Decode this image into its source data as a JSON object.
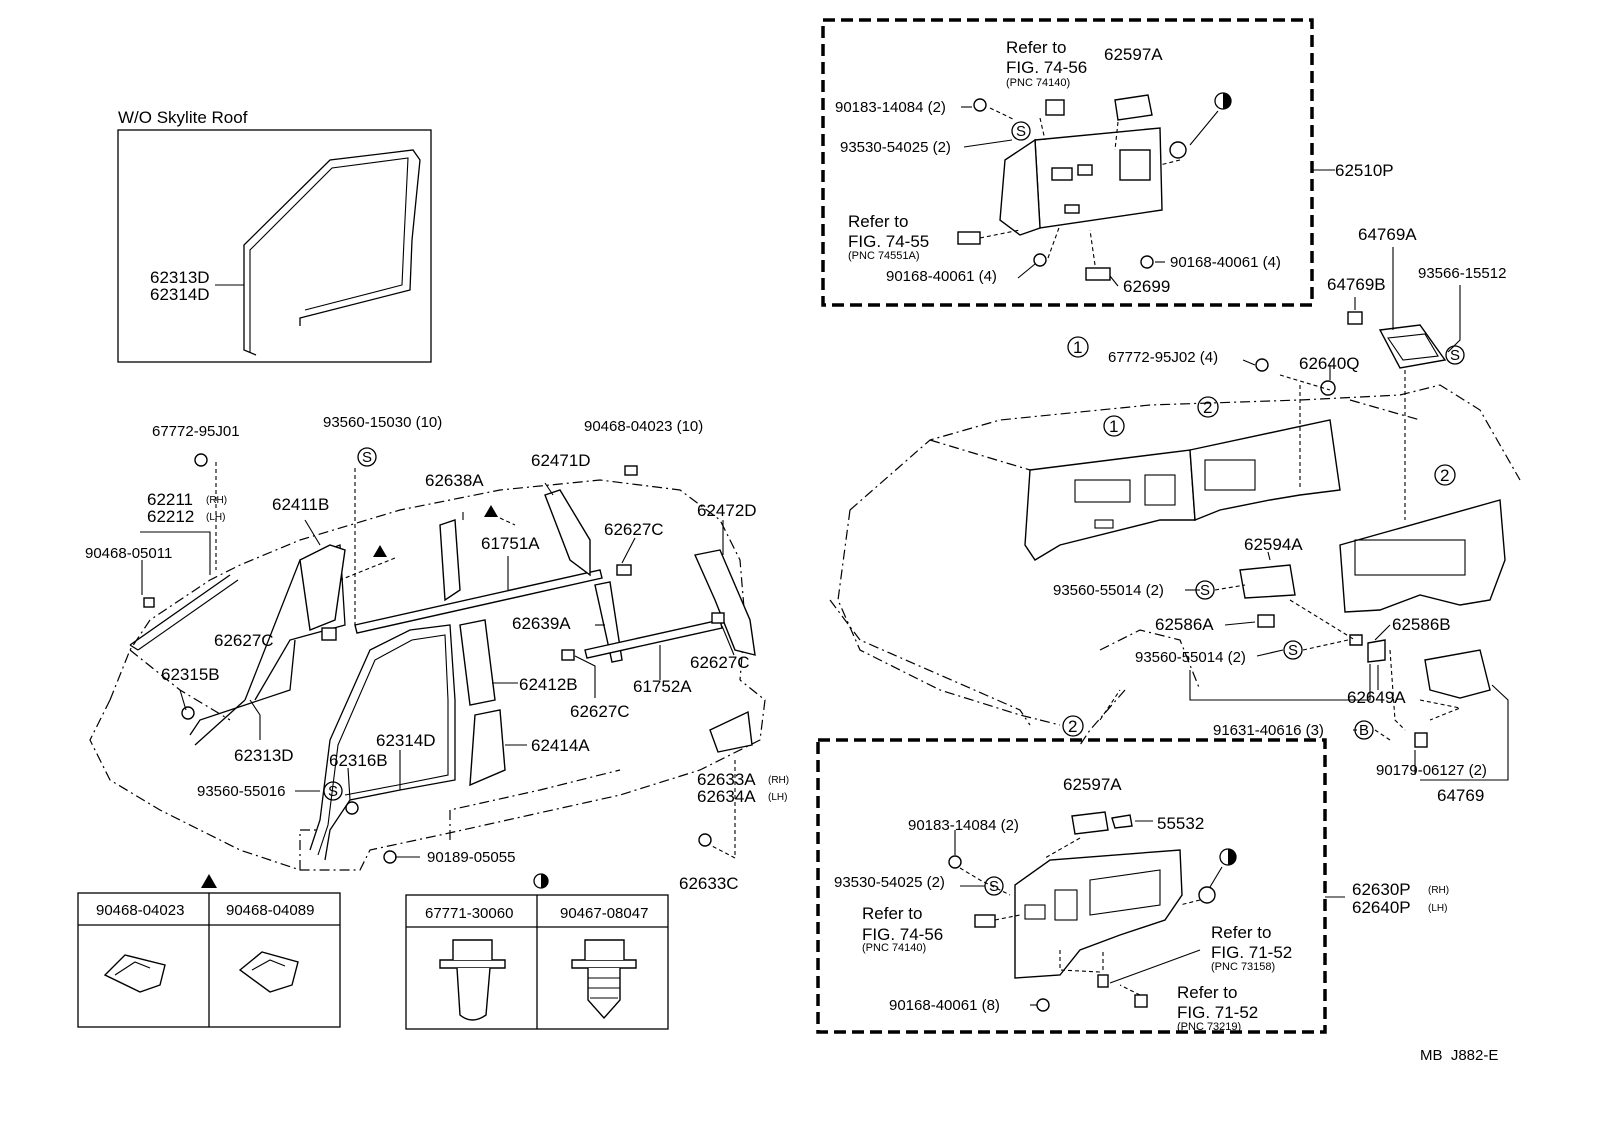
{
  "diagram": {
    "drawing_code": "MB  J882-E",
    "inset": {
      "title": "W/O Skylite Roof",
      "part_a": "62313D",
      "part_b": "62314D"
    },
    "left": {
      "p_67772_95J01": "67772-95J01",
      "p_62211": "62211",
      "p_62211_side": "(RH)",
      "p_62212": "62212",
      "p_62212_side": "(LH)",
      "p_90468_05011": "90468-05011",
      "p_62411B": "62411B",
      "p_93560_15030": "93560-15030 (10)",
      "p_62638A": "62638A",
      "p_90468_04023_10": "90468-04023 (10)",
      "p_62471D": "62471D",
      "p_62472D": "62472D",
      "p_62627C_a": "62627C",
      "p_61751A": "61751A",
      "p_62627C_b": "62627C",
      "p_62315B": "62315B",
      "p_62639A": "62639A",
      "p_62627C_c": "62627C",
      "p_61752A": "61752A",
      "p_62412B": "62412B",
      "p_62627C_d": "62627C",
      "p_62313D": "62313D",
      "p_62314D": "62314D",
      "p_62316B": "62316B",
      "p_62414A": "62414A",
      "p_93560_55016": "93560-55016",
      "p_62633A": "62633A",
      "p_62633A_side": "(RH)",
      "p_62634A": "62634A",
      "p_62634A_side": "(LH)",
      "p_90189_05055": "90189-05055",
      "p_62633C": "62633C"
    },
    "clip_tables": {
      "triangle": {
        "col1": "90468-04023",
        "col2": "90468-04089"
      },
      "half_circle": {
        "col1": "67771-30060",
        "col2": "90467-08047"
      }
    },
    "top_box": {
      "refer_a_1": "Refer to",
      "refer_a_2": "FIG. 74-56",
      "refer_a_3": "(PNC 74140)",
      "p_62597A": "62597A",
      "p_90183_14084": "90183-14084 (2)",
      "p_93530_54025": "93530-54025 (2)",
      "refer_b_1": "Refer to",
      "refer_b_2": "FIG. 74-55",
      "refer_b_3": "(PNC 74551A)",
      "p_90168_40061_a": "90168-40061 (4)",
      "p_90168_40061_b": "90168-40061 (4)",
      "p_62699": "62699",
      "p_62510P": "62510P"
    },
    "right": {
      "p_64769A": "64769A",
      "p_64769B": "64769B",
      "p_93566_15512": "93566-15512",
      "marker_1_top": "1",
      "p_67772_95J02": "67772-95J02 (4)",
      "p_62640Q": "62640Q",
      "marker_1": "1",
      "marker_2_a": "2",
      "marker_2_b": "2",
      "marker_2_bottom": "2",
      "p_62594A": "62594A",
      "p_93560_55014_a": "93560-55014 (2)",
      "p_62586A": "62586A",
      "p_62586B": "62586B",
      "p_93560_55014_b": "93560-55014 (2)",
      "p_62649A": "62649A",
      "p_91631_40616": "91631-40616 (3)",
      "p_90179_06127": "90179-06127 (2)",
      "p_64769": "64769"
    },
    "bottom_box": {
      "p_62597A": "62597A",
      "p_55532": "55532",
      "p_90183_14084": "90183-14084 (2)",
      "p_93530_54025": "93530-54025 (2)",
      "refer_a_1": "Refer to",
      "refer_a_2": "FIG. 74-56",
      "refer_a_3": "(PNC 74140)",
      "refer_b_1": "Refer to",
      "refer_b_2": "FIG. 71-52",
      "refer_b_3": "(PNC 73158)",
      "refer_c_1": "Refer to",
      "refer_c_2": "FIG. 71-52",
      "refer_c_3": "(PNC 73219)",
      "p_90168_40061": "90168-40061 (8)",
      "p_62630P": "62630P",
      "p_62630P_side": "(RH)",
      "p_62640P": "62640P",
      "p_62640P_side": "(LH)"
    },
    "symbols": {
      "s_mark": "S",
      "b_mark": "B"
    }
  }
}
